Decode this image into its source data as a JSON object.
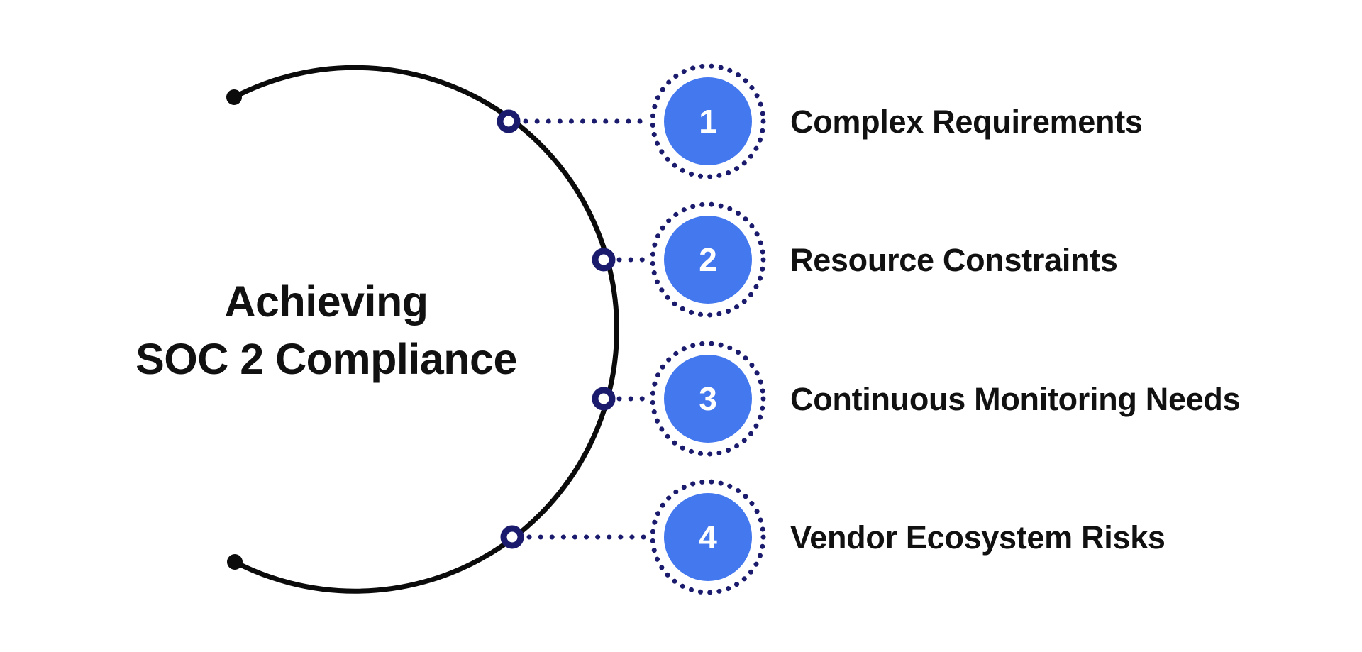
{
  "title": {
    "line1": "Achieving",
    "line2": "SOC 2 Compliance"
  },
  "items": [
    {
      "number": "1",
      "label": "Complex Requirements"
    },
    {
      "number": "2",
      "label": "Resource Constraints"
    },
    {
      "number": "3",
      "label": "Continuous Monitoring Needs"
    },
    {
      "number": "4",
      "label": "Vendor Ecosystem Risks"
    }
  ],
  "colors": {
    "background": "#FFFFFF",
    "arc_black": "#0B0B0B",
    "navy": "#1B1B6E",
    "accent_blue": "#4478EE",
    "label_text": "#111111",
    "number_text": "#FFFFFF"
  }
}
